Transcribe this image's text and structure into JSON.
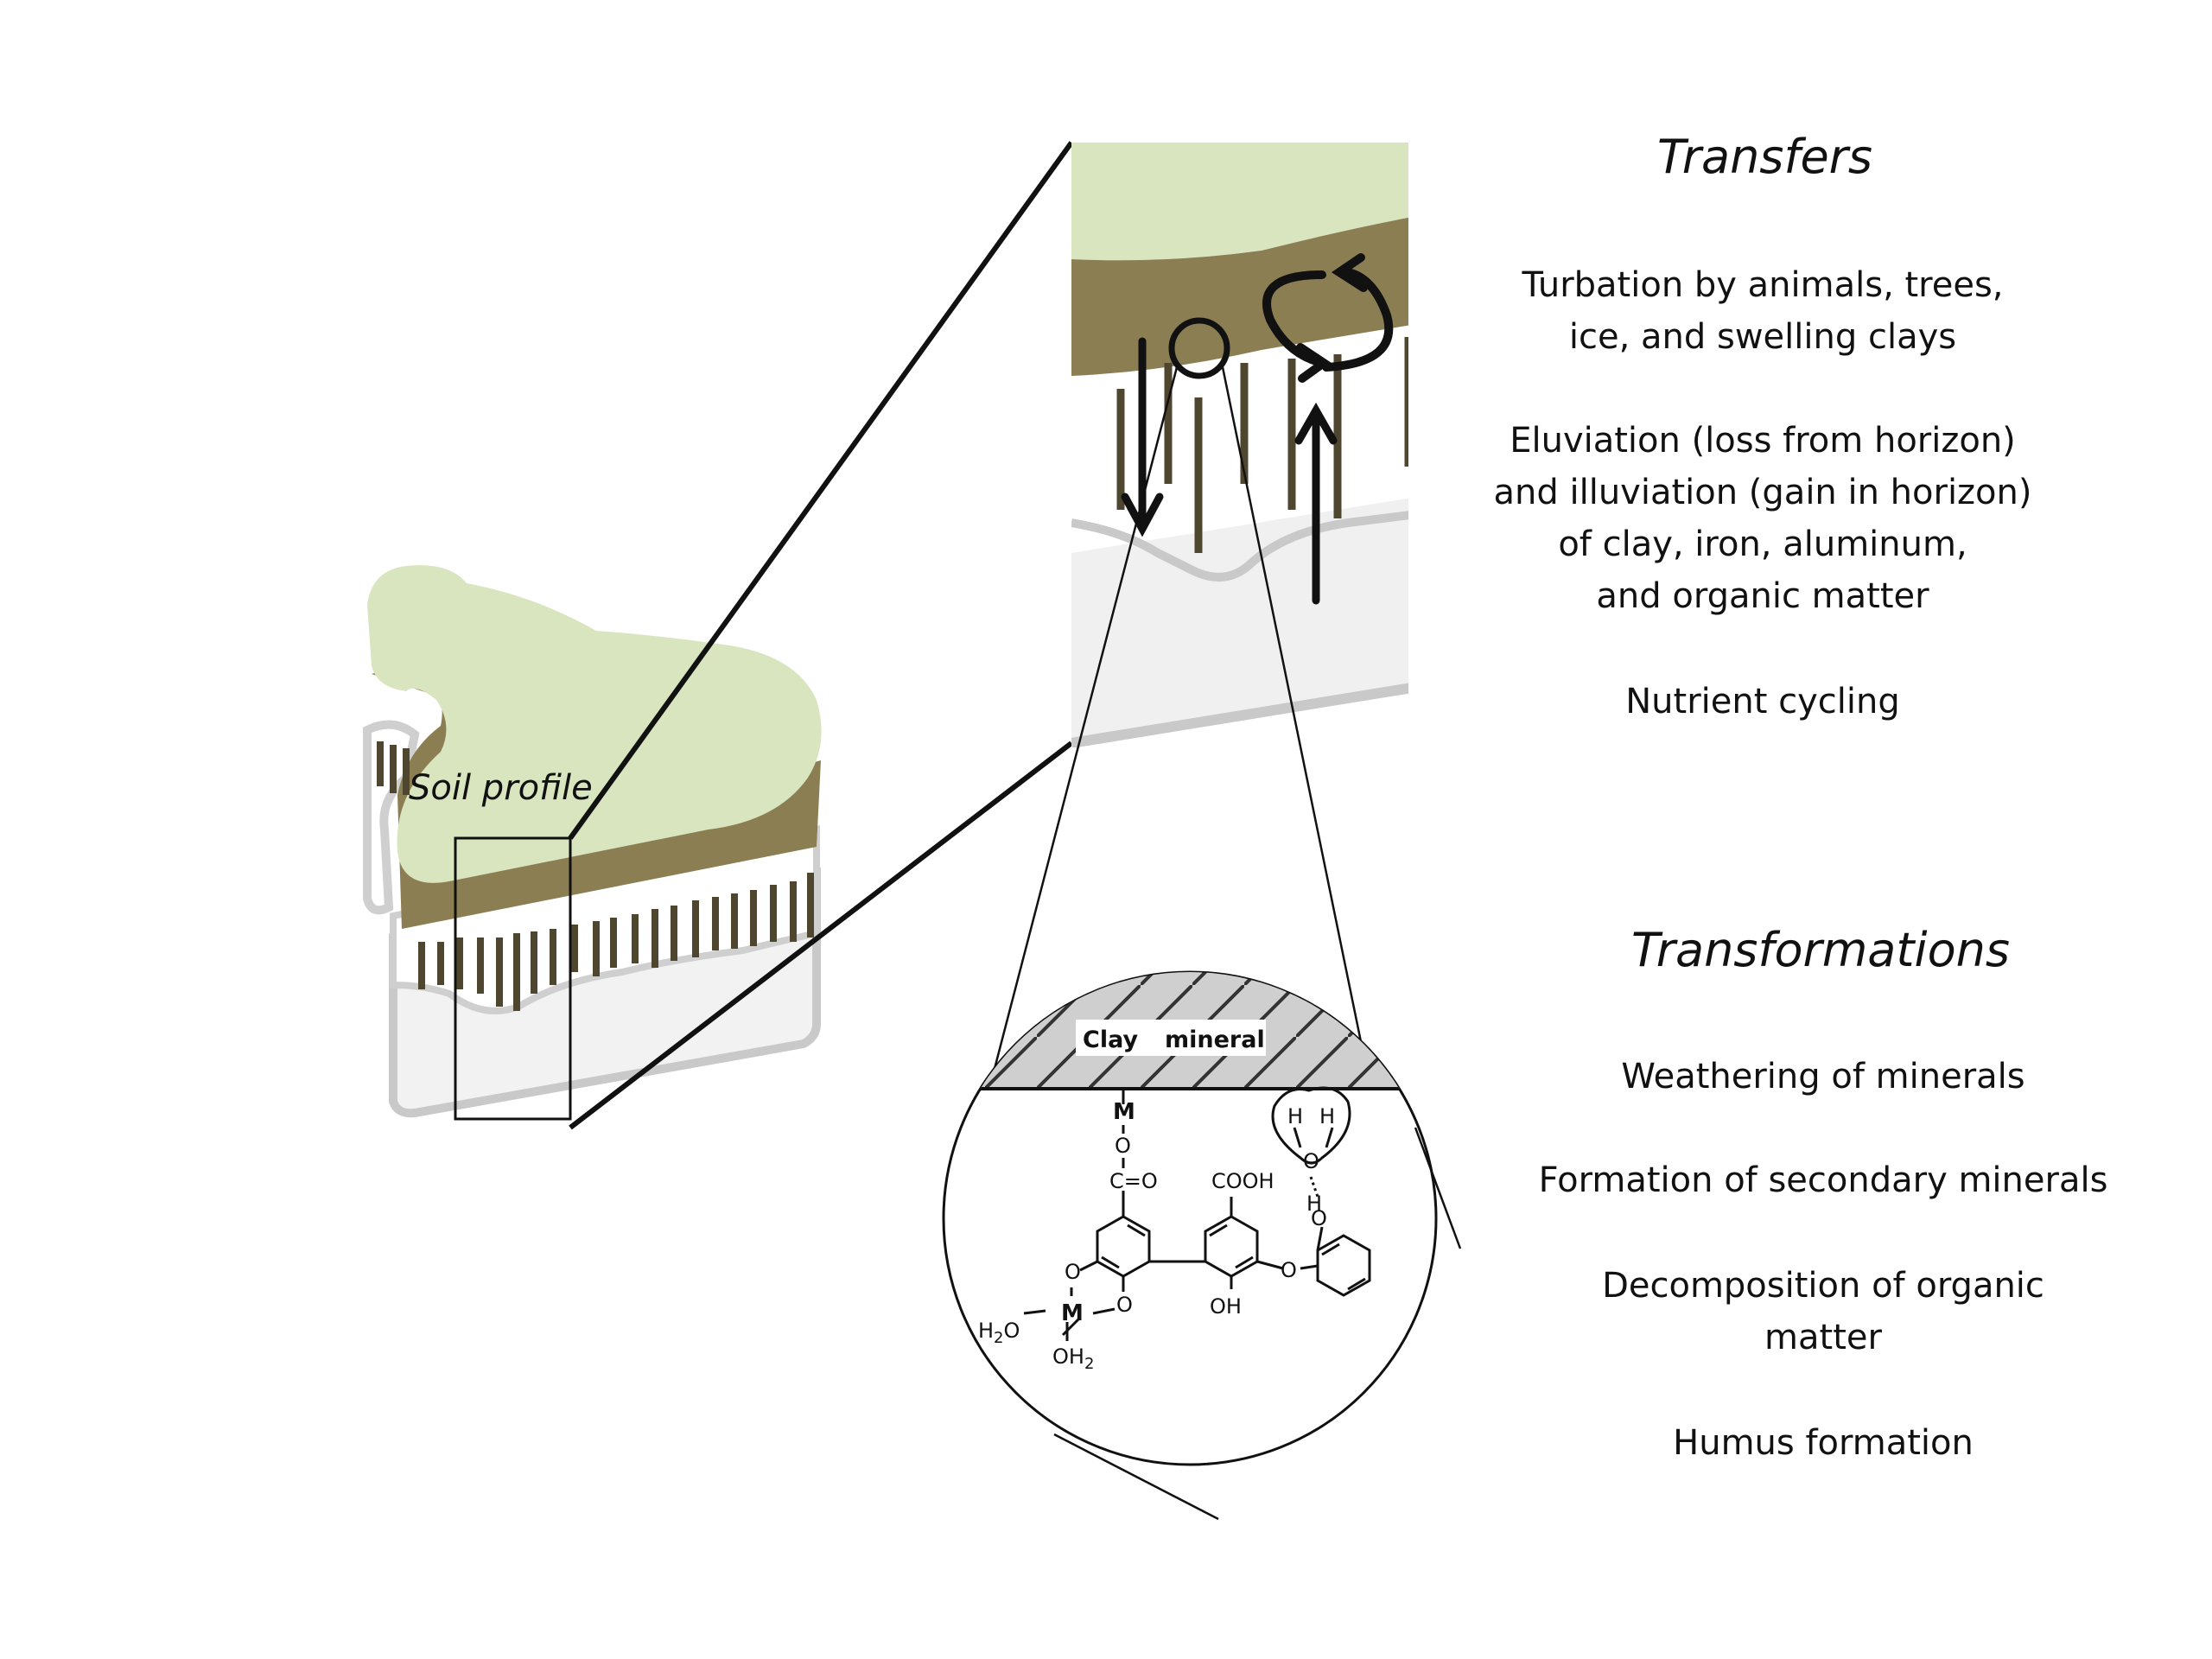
{
  "diagram": {
    "soil_profile_label": "Soil profile",
    "colors": {
      "topsoil": "#d8e5bf",
      "organic_band": "#8a7e52",
      "root_streak": "#4f4630",
      "subsoil": "#f0f0f0",
      "outline": "#c9c9c9"
    },
    "chemistry": {
      "clay_label_1": "Clay",
      "clay_label_2": "mineral",
      "metal_1": "M",
      "metal_2": "M",
      "o": "O",
      "carbonyl": "C=O",
      "cooh": "COOH",
      "oh": "OH",
      "h": "H",
      "h2o_left": "H",
      "h2o_left_sub": "2",
      "h2o_left_o": "O",
      "h2o_bottom": "OH",
      "h2o_bottom_sub": "2"
    }
  },
  "transfers": {
    "title": "Transfers",
    "items": [
      "Turbation by animals, trees,\nice, and swelling clays",
      "Eluviation (loss from horizon)\nand illuviation (gain in horizon)\nof clay, iron, aluminum,\nand organic matter",
      "Nutrient cycling"
    ]
  },
  "transformations": {
    "title": "Transformations",
    "items": [
      "Weathering of minerals",
      "Formation of secondary minerals",
      "Decomposition of organic\nmatter",
      "Humus formation"
    ]
  }
}
